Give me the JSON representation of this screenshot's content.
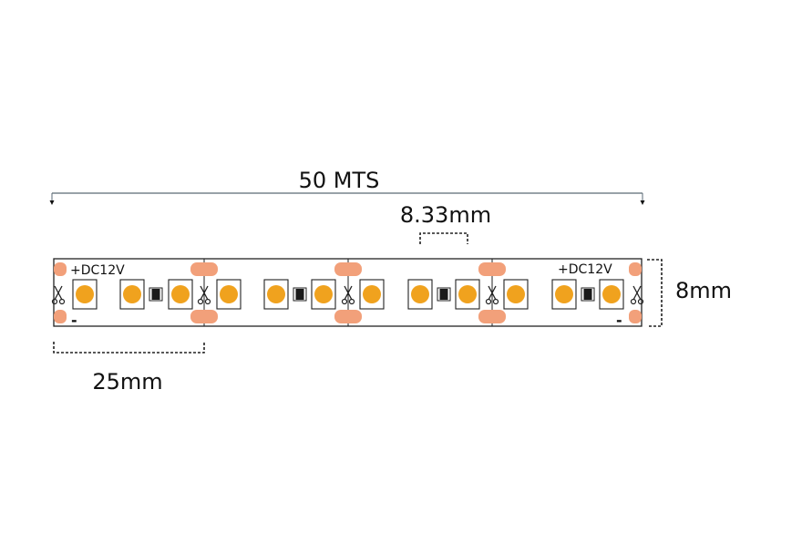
{
  "dimensions": {
    "total_length": "50 MTS",
    "led_spacing": "8.33mm",
    "cut_length": "25mm",
    "strip_width": "8mm"
  },
  "strip": {
    "polarity_positive_label": "+DC12V",
    "polarity_negative_label": "-",
    "segments_visible": 4,
    "leds_per_segment": 3,
    "colors": {
      "led": "#F0A21E",
      "solder_pad": "#F2A07A",
      "resistor": "#1A1A1A",
      "outline": "#222222",
      "leader_line": "#5A6A74"
    }
  },
  "icons": [
    "scissors-cut-mark-icon"
  ]
}
